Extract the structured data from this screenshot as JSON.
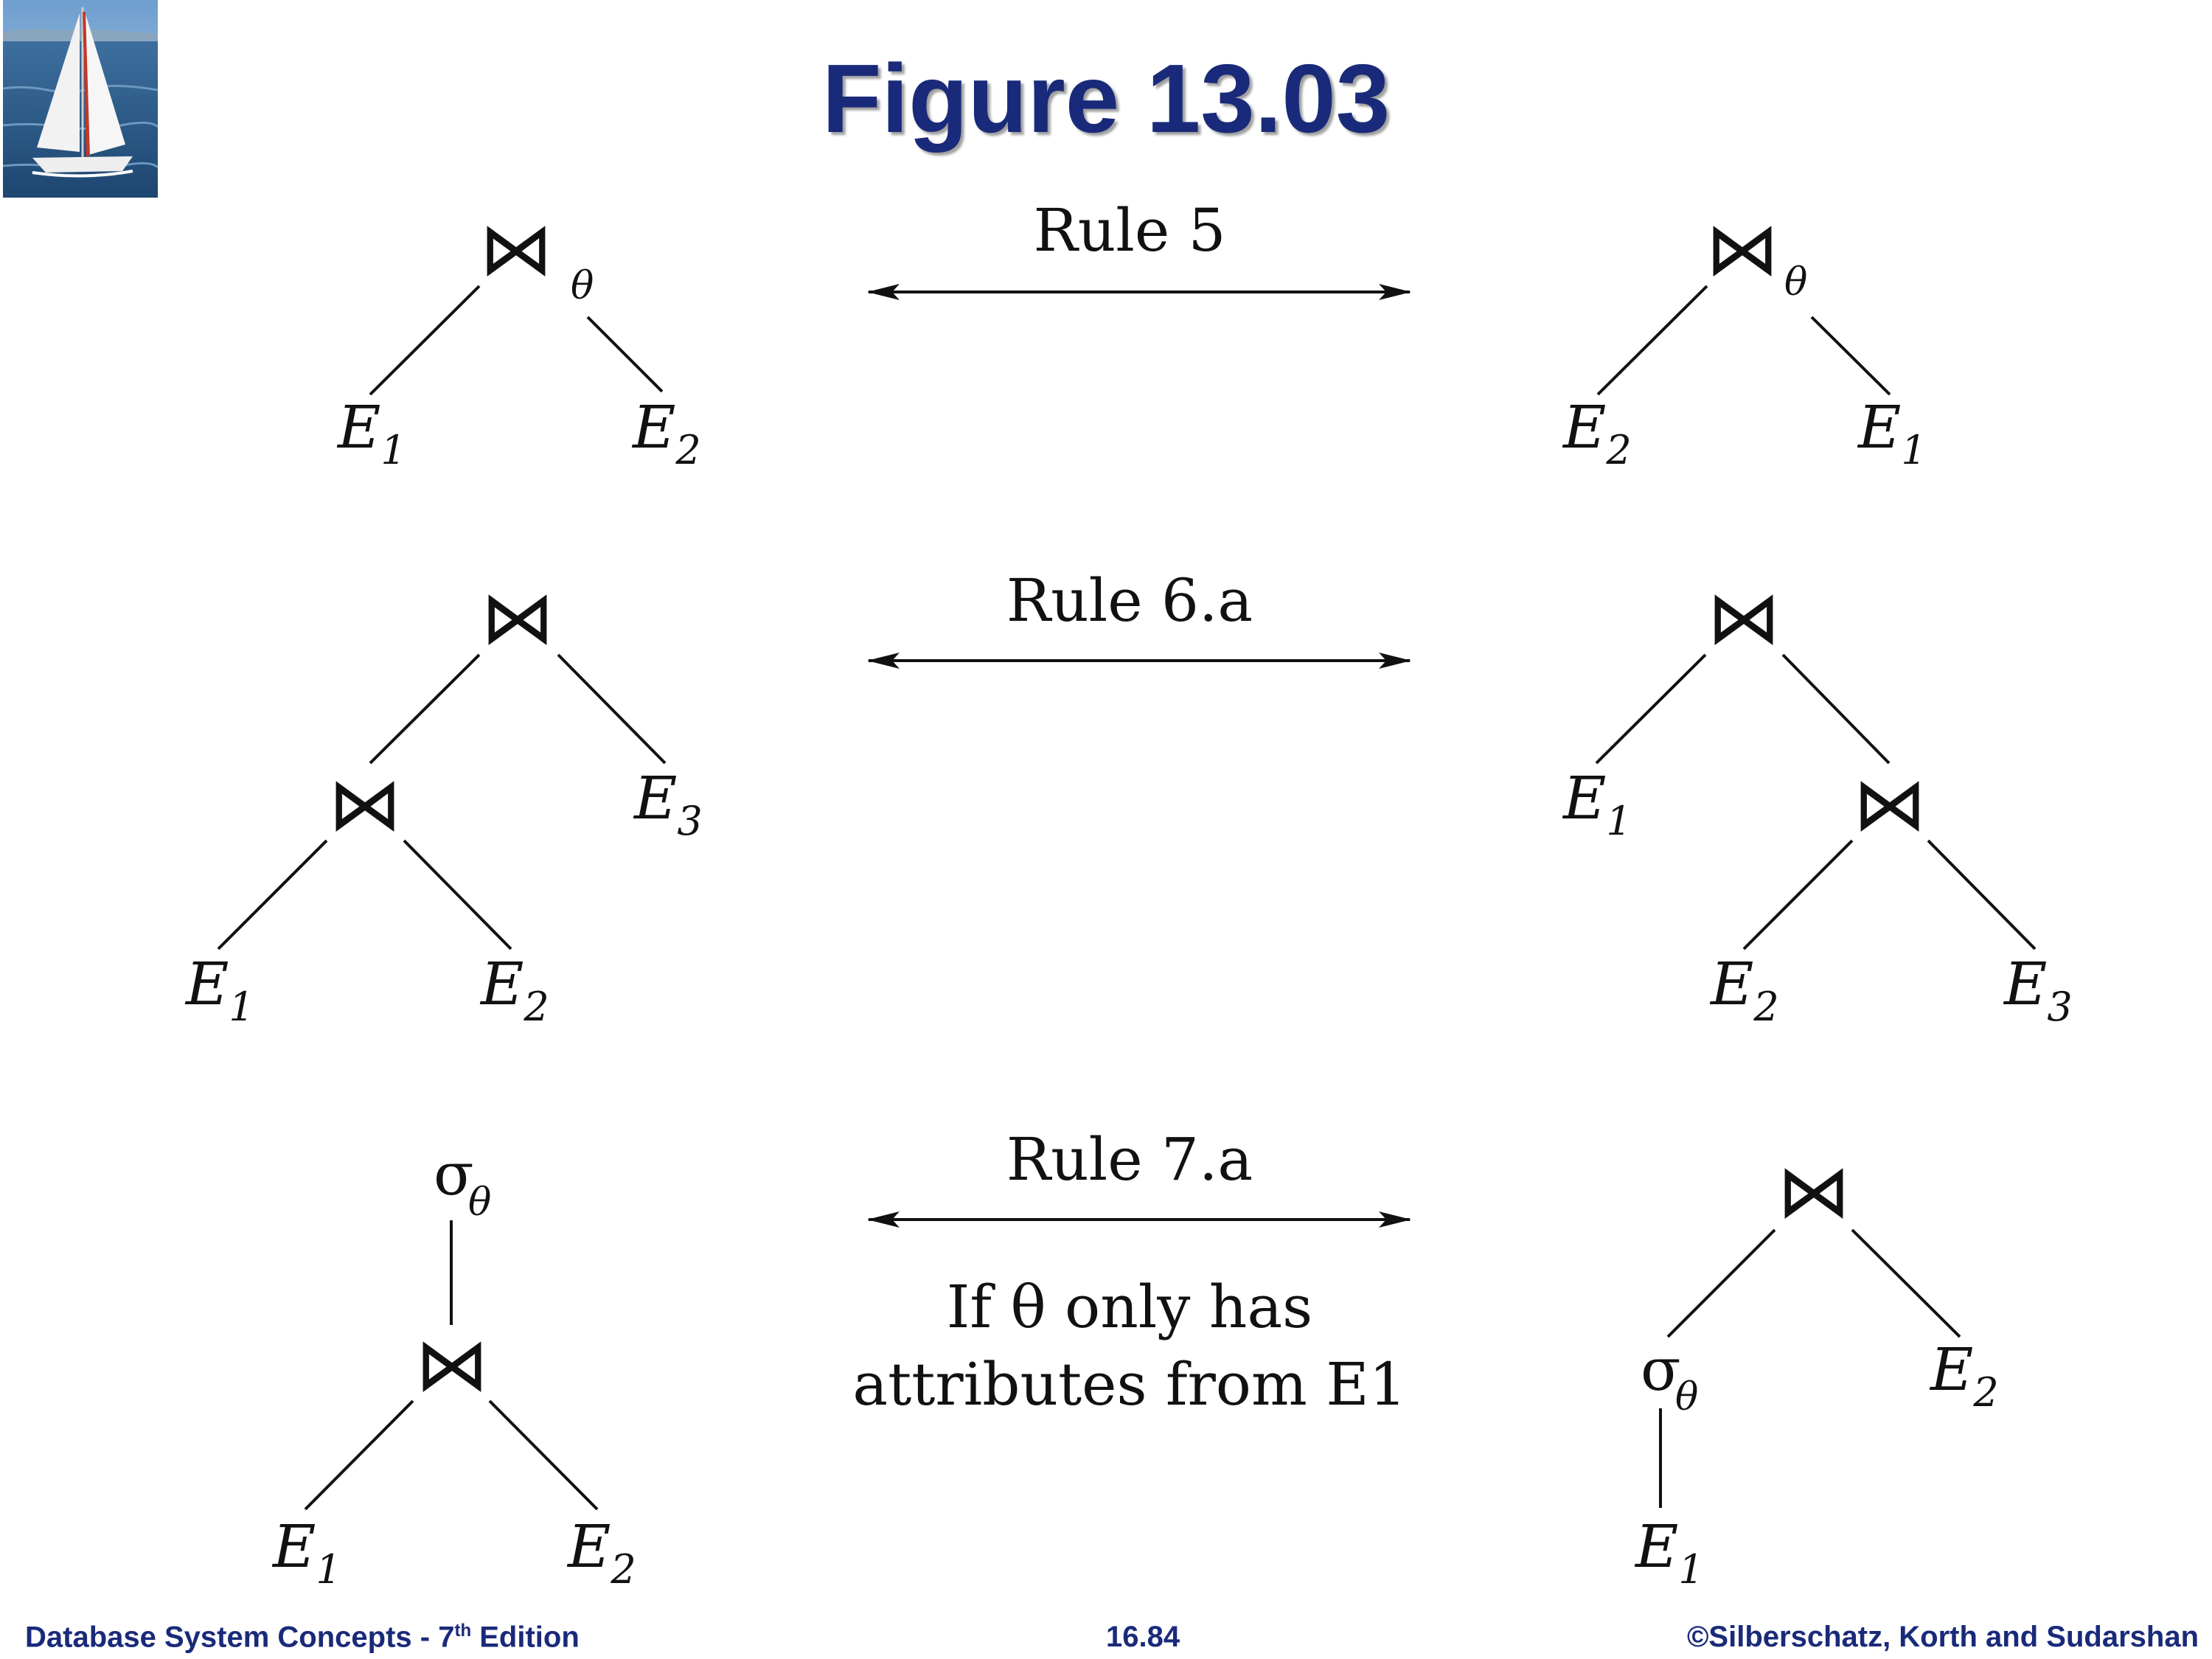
{
  "slide": {
    "title": "Figure 13.03"
  },
  "rules": {
    "rule5": "Rule 5",
    "rule6a": "Rule 6.a",
    "rule7a": "Rule 7.a",
    "condition_line1": "If θ only has",
    "condition_line2": "attributes from E1"
  },
  "symbols": {
    "join": "⋈",
    "theta": "θ",
    "sigma": "σ",
    "E": "E",
    "sub1": "1",
    "sub2": "2",
    "sub3": "3"
  },
  "footer": {
    "left_main": "Database System Concepts - 7",
    "left_sup": "th",
    "left_tail": " Edition",
    "center": "16.84",
    "right": "©Silberschatz, Korth and Sudarshan"
  },
  "colors": {
    "title": "#1a2a7a",
    "footer": "#1a2a7a",
    "lines": "#111111"
  },
  "icons": {
    "logo": "sailboat-logo"
  }
}
